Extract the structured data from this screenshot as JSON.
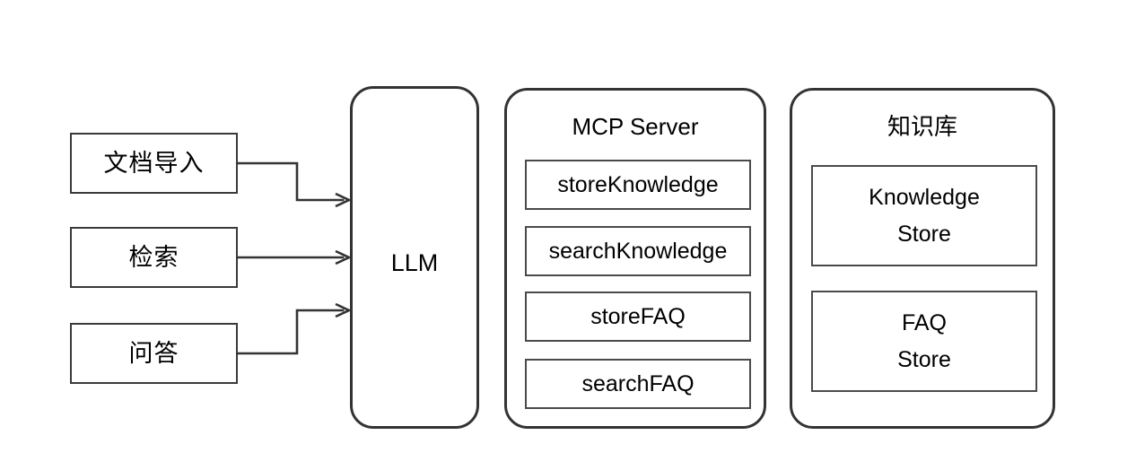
{
  "diagram": {
    "background": "#ffffff",
    "stroke_color": "#333333",
    "inner_stroke_color": "#4a4a4a",
    "sources": [
      {
        "label": "文档导入"
      },
      {
        "label": "检索"
      },
      {
        "label": "问答"
      }
    ],
    "llm": {
      "label": "LLM"
    },
    "mcp_server": {
      "title": "MCP Server",
      "tools": [
        {
          "label": "storeKnowledge"
        },
        {
          "label": "searchKnowledge"
        },
        {
          "label": "storeFAQ"
        },
        {
          "label": "searchFAQ"
        }
      ]
    },
    "knowledge_base": {
      "title": "知识库",
      "stores": [
        {
          "line1": "Knowledge",
          "line2": "Store"
        },
        {
          "line1": "FAQ",
          "line2": "Store"
        }
      ]
    },
    "connectors": [
      {
        "from": "文档导入",
        "to": "LLM",
        "style": "elbow-down-arrow"
      },
      {
        "from": "检索",
        "to": "LLM",
        "style": "straight-arrow"
      },
      {
        "from": "问答",
        "to": "LLM",
        "style": "elbow-up-arrow"
      }
    ]
  }
}
